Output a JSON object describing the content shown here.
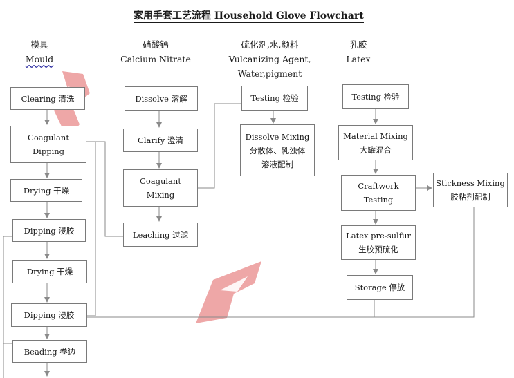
{
  "title": "家用手套工艺流程  Household Glove Flowchart",
  "columns": [
    {
      "zh": "模具",
      "en": "Mould"
    },
    {
      "zh": "硝酸钙",
      "en": "Calcium Nitrate"
    },
    {
      "zh": "硫化剂,水,颜料",
      "en": "Vulcanizing Agent,",
      "en2": "Water,pigment"
    },
    {
      "zh": "乳胶",
      "en": "Latex"
    }
  ],
  "steps": {
    "clearing": {
      "l1": "Clearing 清洗"
    },
    "coagulant_dipping": {
      "l1": "Coagulant",
      "l2": "Dipping"
    },
    "drying1": {
      "l1": "Drying 干燥"
    },
    "dipping1": {
      "l1": "Dipping 浸胶"
    },
    "drying2": {
      "l1": "Drying 干燥"
    },
    "dipping2": {
      "l1": "Dipping 浸胶"
    },
    "beading": {
      "l1": "Beading 卷边"
    },
    "dissolve": {
      "l1": "Dissolve 溶解"
    },
    "clarify": {
      "l1": "Clarify 澄清"
    },
    "coagulant_mixing": {
      "l1": "Coagulant",
      "l2": "Mixing"
    },
    "leaching": {
      "l1": "Leaching 过滤"
    },
    "testing1": {
      "l1": "Testing 检验"
    },
    "dissolve_mixing": {
      "l1": "Dissolve Mixing",
      "l2": "分散体、乳浊体",
      "l3": "溶液配制"
    },
    "testing2": {
      "l1": "Testing 检验"
    },
    "material_mixing": {
      "l1": "Material Mixing",
      "l2": "大罐混合"
    },
    "craftwork_testing": {
      "l1": "Craftwork",
      "l2": "Testing"
    },
    "stickness_mixing": {
      "l1": "Stickness Mixing",
      "l2": "胶粘剂配制"
    },
    "latex_presulfur": {
      "l1": "Latex pre-sulfur",
      "l2": "生胶预硫化"
    },
    "storage": {
      "l1": "Storage 停放"
    }
  },
  "colors": {
    "box_border": "#7a7a7a",
    "line": "#8a8a8a",
    "logo": "#e88a8a"
  }
}
